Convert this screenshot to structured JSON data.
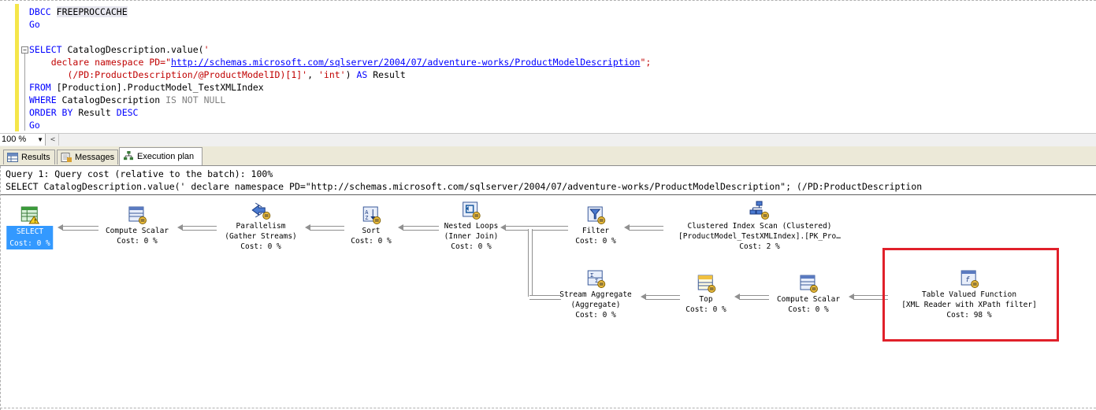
{
  "editor": {
    "lines": [
      "DBCC FREEPROCCACHE",
      "Go",
      "",
      "SELECT CatalogDescription.value('",
      "    declare namespace PD=\"http://schemas.microsoft.com/sqlserver/2004/07/adventure-works/ProductModelDescription\";",
      "       (/PD:ProductDescription/@ProductModelID)[1]', 'int') AS Result",
      "FROM [Production].ProductModel_TestXMLIndex",
      "WHERE CatalogDescription IS NOT NULL",
      "ORDER BY Result DESC",
      "Go"
    ],
    "namespace_url": "http://schemas.microsoft.com/sqlserver/2004/07/adventure-works/ProductModelDescription"
  },
  "statusbar": {
    "zoom": "100 %"
  },
  "tabs": [
    {
      "label": "Results",
      "icon": "grid-icon"
    },
    {
      "label": "Messages",
      "icon": "messages-icon"
    },
    {
      "label": "Execution plan",
      "icon": "execution-plan-icon"
    }
  ],
  "plan": {
    "query_line": "Query 1: Query cost (relative to the batch): 100%",
    "sql_line": "SELECT CatalogDescription.value(' declare namespace PD=\"http://schemas.microsoft.com/sqlserver/2004/07/adventure-works/ProductModelDescription\"; (/PD:ProductDescription",
    "nodes": [
      {
        "name": "SELECT",
        "sub": "",
        "cost": "Cost: 0 %",
        "icon": "select-icon"
      },
      {
        "name": "Compute Scalar",
        "sub": "",
        "cost": "Cost: 0 %",
        "icon": "compute-scalar-icon"
      },
      {
        "name": "Parallelism",
        "sub": "(Gather Streams)",
        "cost": "Cost: 0 %",
        "icon": "parallelism-icon"
      },
      {
        "name": "Sort",
        "sub": "",
        "cost": "Cost: 0 %",
        "icon": "sort-icon"
      },
      {
        "name": "Nested Loops",
        "sub": "(Inner Join)",
        "cost": "Cost: 0 %",
        "icon": "nested-loops-icon"
      },
      {
        "name": "Filter",
        "sub": "",
        "cost": "Cost: 0 %",
        "icon": "filter-icon"
      },
      {
        "name": "Clustered Index Scan (Clustered)",
        "sub": "[ProductModel_TestXMLIndex].[PK_Pro…",
        "cost": "Cost: 2 %",
        "icon": "clustered-index-scan-icon"
      },
      {
        "name": "Stream Aggregate",
        "sub": "(Aggregate)",
        "cost": "Cost: 0 %",
        "icon": "stream-aggregate-icon"
      },
      {
        "name": "Top",
        "sub": "",
        "cost": "Cost: 0 %",
        "icon": "top-icon"
      },
      {
        "name": "Compute Scalar",
        "sub": "",
        "cost": "Cost: 0 %",
        "icon": "compute-scalar-icon"
      },
      {
        "name": "Table Valued Function",
        "sub": "[XML Reader with XPath filter]",
        "cost": "Cost: 98 %",
        "icon": "table-valued-function-icon"
      }
    ]
  },
  "colors": {
    "keyword": "#0000ff",
    "string": "#c00000",
    "highlight": "#e0202a",
    "selected": "#3399ff"
  }
}
